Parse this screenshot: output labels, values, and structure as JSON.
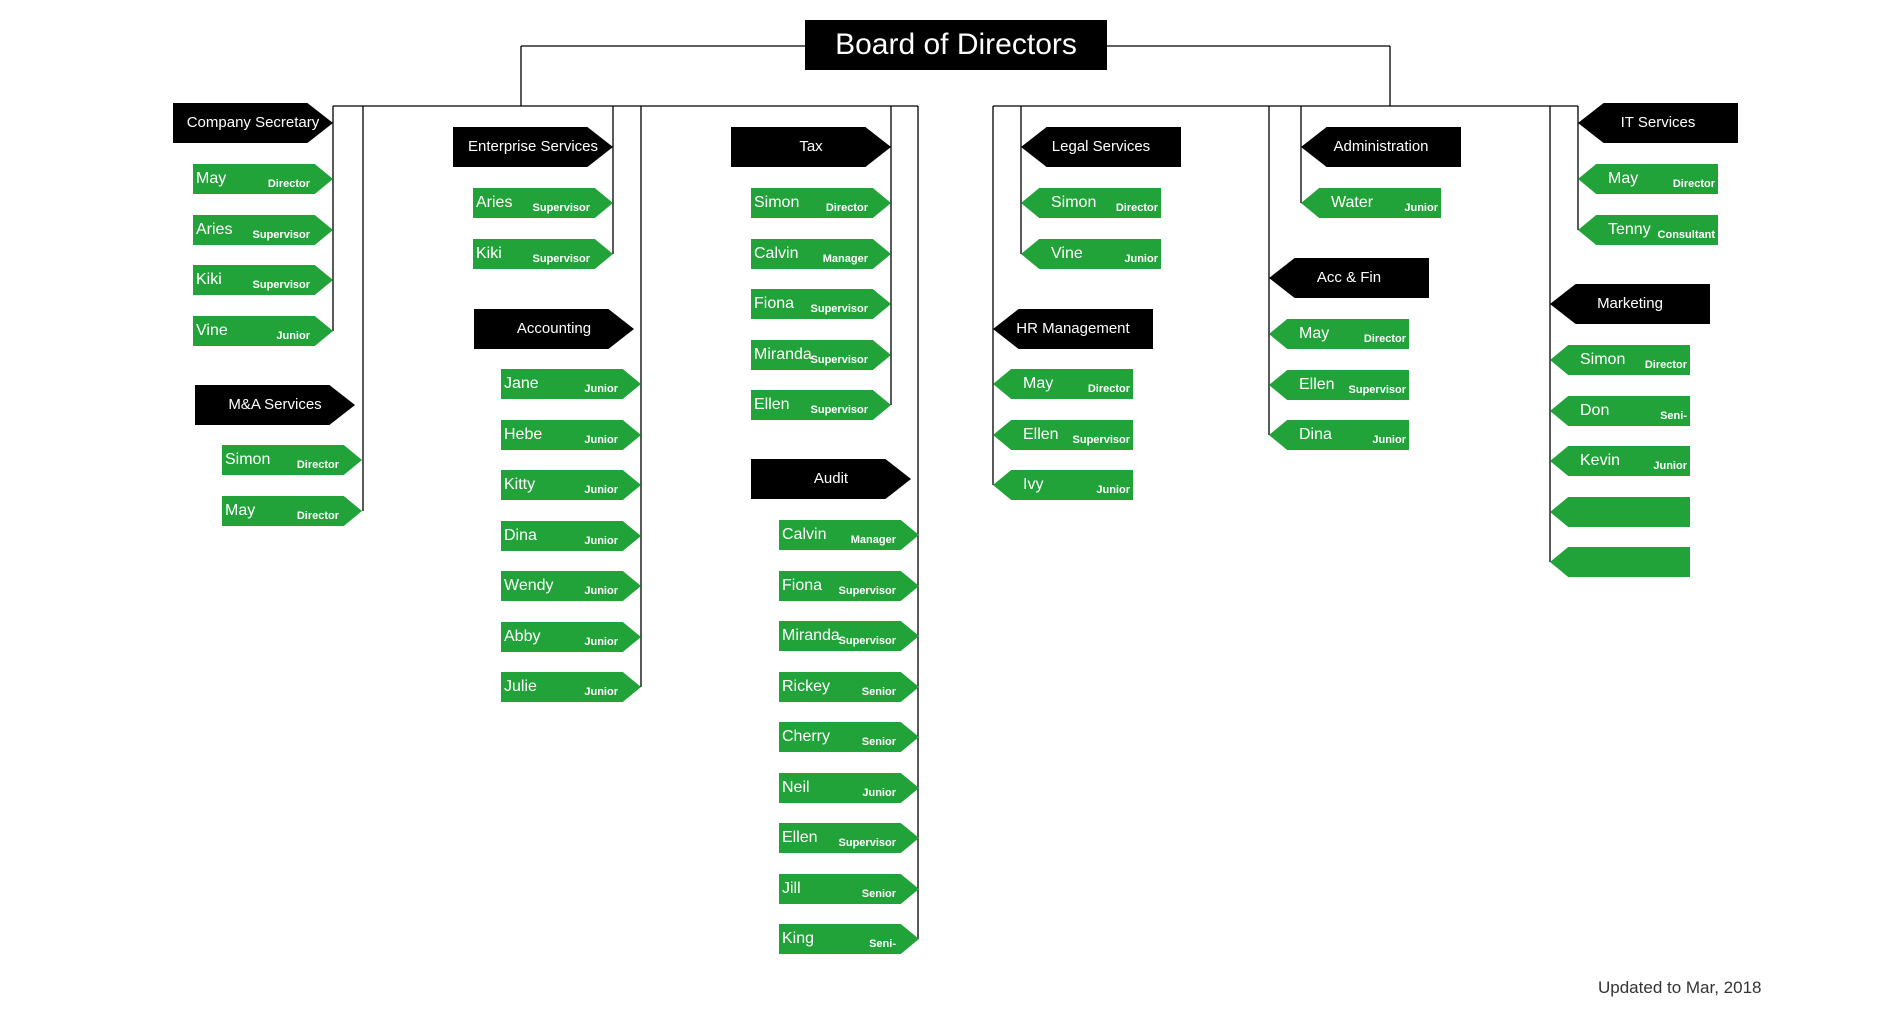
{
  "board": {
    "title": "Board of Directors"
  },
  "footer": {
    "updated": "Updated to Mar, 2018"
  },
  "colors": {
    "department": "#000000",
    "member": "#22a33a",
    "connector": "#000000"
  },
  "departments": [
    {
      "name": "Company Secretary",
      "members": [
        {
          "name": "May",
          "role": "Director"
        },
        {
          "name": "Aries",
          "role": "Supervisor"
        },
        {
          "name": "Kiki",
          "role": "Supervisor"
        },
        {
          "name": "Vine",
          "role": "Junior"
        }
      ]
    },
    {
      "name": "M&A Services",
      "members": [
        {
          "name": "Simon",
          "role": "Director"
        },
        {
          "name": "May",
          "role": "Director"
        }
      ]
    },
    {
      "name": "Enterprise Services",
      "members": [
        {
          "name": "Aries",
          "role": "Supervisor"
        },
        {
          "name": "Kiki",
          "role": "Supervisor"
        }
      ]
    },
    {
      "name": "Accounting",
      "members": [
        {
          "name": "Jane",
          "role": "Junior"
        },
        {
          "name": "Hebe",
          "role": "Junior"
        },
        {
          "name": "Kitty",
          "role": "Junior"
        },
        {
          "name": "Dina",
          "role": "Junior"
        },
        {
          "name": "Wendy",
          "role": "Junior"
        },
        {
          "name": "Abby",
          "role": "Junior"
        },
        {
          "name": "Julie",
          "role": "Junior"
        }
      ]
    },
    {
      "name": "Tax",
      "members": [
        {
          "name": "Simon",
          "role": "Director"
        },
        {
          "name": "Calvin",
          "role": "Manager"
        },
        {
          "name": "Fiona",
          "role": "Supervisor"
        },
        {
          "name": "Miranda",
          "role": "Supervisor"
        },
        {
          "name": "Ellen",
          "role": "Supervisor"
        }
      ]
    },
    {
      "name": "Audit",
      "members": [
        {
          "name": "Calvin",
          "role": "Manager"
        },
        {
          "name": "Fiona",
          "role": "Supervisor"
        },
        {
          "name": "Miranda",
          "role": "Supervisor"
        },
        {
          "name": "Rickey",
          "role": "Senior"
        },
        {
          "name": "Cherry",
          "role": "Senior"
        },
        {
          "name": "Neil",
          "role": "Junior"
        },
        {
          "name": "Ellen",
          "role": "Supervisor"
        },
        {
          "name": "Jill",
          "role": "Senior"
        },
        {
          "name": "King",
          "role": "Seni-"
        }
      ]
    },
    {
      "name": "Legal Services",
      "members": [
        {
          "name": "Simon",
          "role": "Director"
        },
        {
          "name": "Vine",
          "role": "Junior"
        }
      ]
    },
    {
      "name": "HR Management",
      "members": [
        {
          "name": "May",
          "role": "Director"
        },
        {
          "name": "Ellen",
          "role": "Supervisor"
        },
        {
          "name": "Ivy",
          "role": "Junior"
        }
      ]
    },
    {
      "name": "Administration",
      "members": [
        {
          "name": "Water",
          "role": "Junior"
        }
      ]
    },
    {
      "name": "Acc & Fin",
      "members": [
        {
          "name": "May",
          "role": "Director"
        },
        {
          "name": "Ellen",
          "role": "Supervisor"
        },
        {
          "name": "Dina",
          "role": "Junior"
        }
      ]
    },
    {
      "name": "IT Services",
      "members": [
        {
          "name": "May",
          "role": "Director"
        },
        {
          "name": "Tenny",
          "role": "Consultant"
        }
      ]
    },
    {
      "name": "Marketing",
      "members": [
        {
          "name": "Simon",
          "role": "Director"
        },
        {
          "name": "Don",
          "role": "Seni-"
        },
        {
          "name": "Kevin",
          "role": "Junior"
        },
        {
          "name": "",
          "role": ""
        },
        {
          "name": "",
          "role": ""
        }
      ]
    }
  ]
}
